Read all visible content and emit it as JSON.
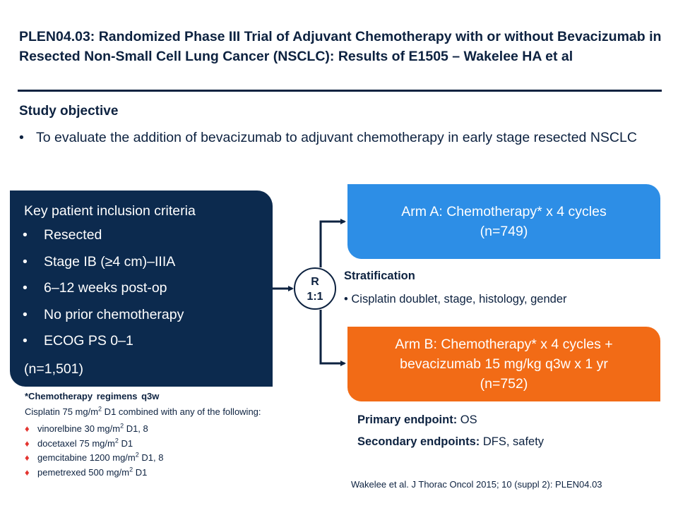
{
  "title": "PLEN04.03: Randomized Phase III Trial of Adjuvant Chemotherapy with or without Bevacizumab in Resected Non-Small Cell Lung Cancer (NSCLC): Results of E1505 – Wakelee HA et al",
  "objective": {
    "heading": "Study objective",
    "bullet_symbol": "•",
    "text": "To evaluate the addition of bevacizumab to adjuvant chemotherapy in early stage resected NSCLC"
  },
  "criteria": {
    "heading": "Key patient inclusion criteria",
    "items": [
      "Resected",
      "Stage IB (≥4 cm)–IIIA",
      "6–12 weeks post-op",
      "No prior chemotherapy",
      "ECOG PS 0–1"
    ],
    "n": "(n=1,501)"
  },
  "randomization": {
    "line1": "R",
    "line2": "1:1"
  },
  "arm_a": {
    "line1": "Arm A: Chemotherapy* x 4 cycles",
    "line2": "(n=749)"
  },
  "arm_b": {
    "line1": "Arm B: Chemotherapy* x 4 cycles +",
    "line2": "bevacizumab 15 mg/kg q3w x 1 yr",
    "line3": "(n=752)"
  },
  "stratification": {
    "heading": "Stratification",
    "item": "Cisplatin doublet, stage, histology, gender"
  },
  "chemo": {
    "heading": "*Chemotherapy regimens q3w",
    "intro_pre": "Cisplatin 75 mg/m",
    "intro_post": " D1 combined with any of the following:",
    "superscript": "2",
    "regimens": [
      {
        "pre": "vinorelbine 30 mg/m",
        "post": " D1, 8"
      },
      {
        "pre": "docetaxel 75 mg/m",
        "post": " D1"
      },
      {
        "pre": "gemcitabine 1200 mg/m",
        "post": " D1, 8"
      },
      {
        "pre": "pemetrexed 500 mg/m",
        "post": " D1"
      }
    ]
  },
  "endpoints": {
    "primary_label": "Primary endpoint:",
    "primary_value": " OS",
    "secondary_label": "Secondary endpoints:",
    "secondary_value": " DFS, safety"
  },
  "citation": "Wakelee et al. J Thorac Oncol 2015; 10 (suppl 2): PLEN04.03",
  "colors": {
    "navy": "#0c2a4e",
    "arm_a_blue": "#2d8ee6",
    "arm_b_orange": "#f26b16",
    "diamond_red": "#e4342f"
  }
}
